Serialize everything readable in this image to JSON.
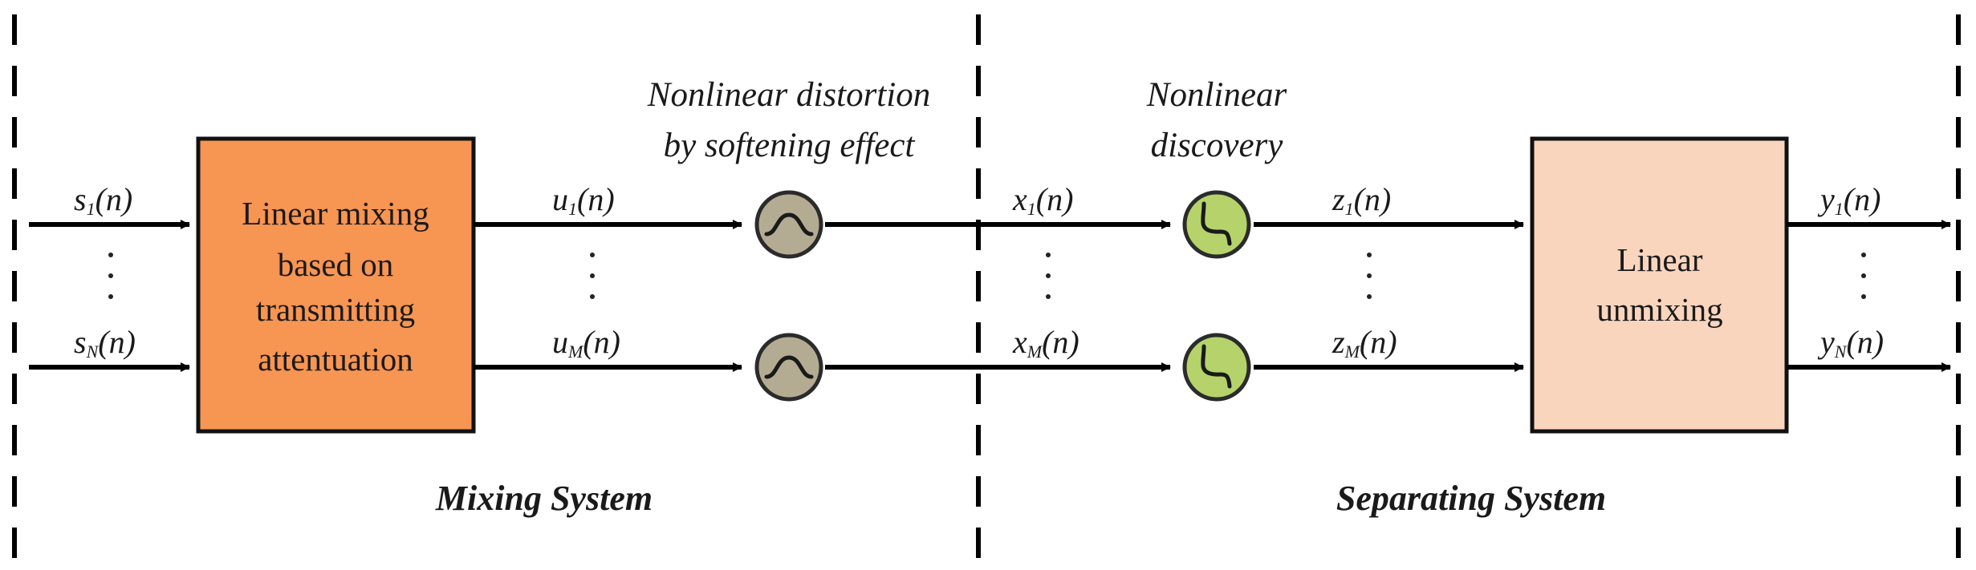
{
  "sections": {
    "mixing": "Mixing System",
    "separating": "Separating System"
  },
  "blocks": {
    "mixing_lines": [
      "Linear mixing",
      "based on",
      "transmitting",
      "attentuation"
    ],
    "unmixing_lines": [
      "Linear",
      "unmixing"
    ]
  },
  "annotations": {
    "distortion_lines": [
      "Nonlinear distortion",
      "by softening effect"
    ],
    "discovery_lines": [
      "Nonlinear",
      "discovery"
    ]
  },
  "signals": {
    "s": {
      "base": "s",
      "top_sub": "1",
      "bot_sub": "N",
      "arg": "(n)"
    },
    "u": {
      "base": "u",
      "top_sub": "1",
      "bot_sub": "M",
      "arg": "(n)"
    },
    "x": {
      "base": "x",
      "top_sub": "1",
      "bot_sub": "M",
      "arg": "(n)"
    },
    "z": {
      "base": "z",
      "top_sub": "1",
      "bot_sub": "M",
      "arg": "(n)"
    },
    "y": {
      "base": "y",
      "top_sub": "1",
      "bot_sub": "N",
      "arg": "(n)"
    }
  },
  "colors": {
    "mixing_block": "#F79552",
    "unmixing_block": "#FAD5BE",
    "distortion_node": "#B3AC93",
    "discovery_node": "#B5D36A"
  }
}
